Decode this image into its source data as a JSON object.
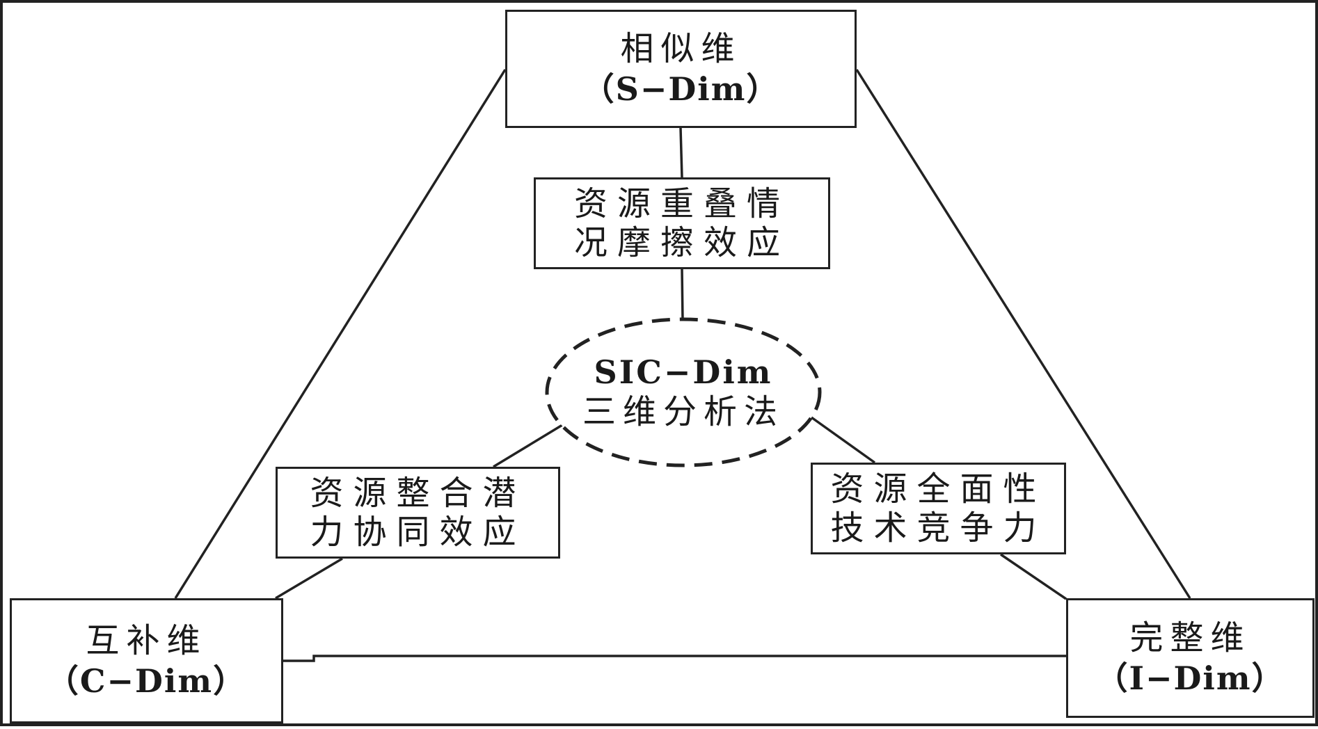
{
  "dimensions": {
    "similar": {
      "title": "相似维",
      "subtitle": "（S−Dim）"
    },
    "complementary": {
      "title": "互补维",
      "subtitle": "（C−Dim）"
    },
    "integral": {
      "title": "完整维",
      "subtitle": "（I−Dim）"
    }
  },
  "effects": {
    "overlap": {
      "line1": "资源重叠情",
      "line2": "况摩擦效应"
    },
    "integration": {
      "line1": "资源整合潜",
      "line2": "力协同效应"
    },
    "completeness": {
      "line1": "资源全面性",
      "line2": "技术竞争力"
    }
  },
  "center": {
    "line1": "SIC−Dim",
    "line2": "三维分析法"
  }
}
